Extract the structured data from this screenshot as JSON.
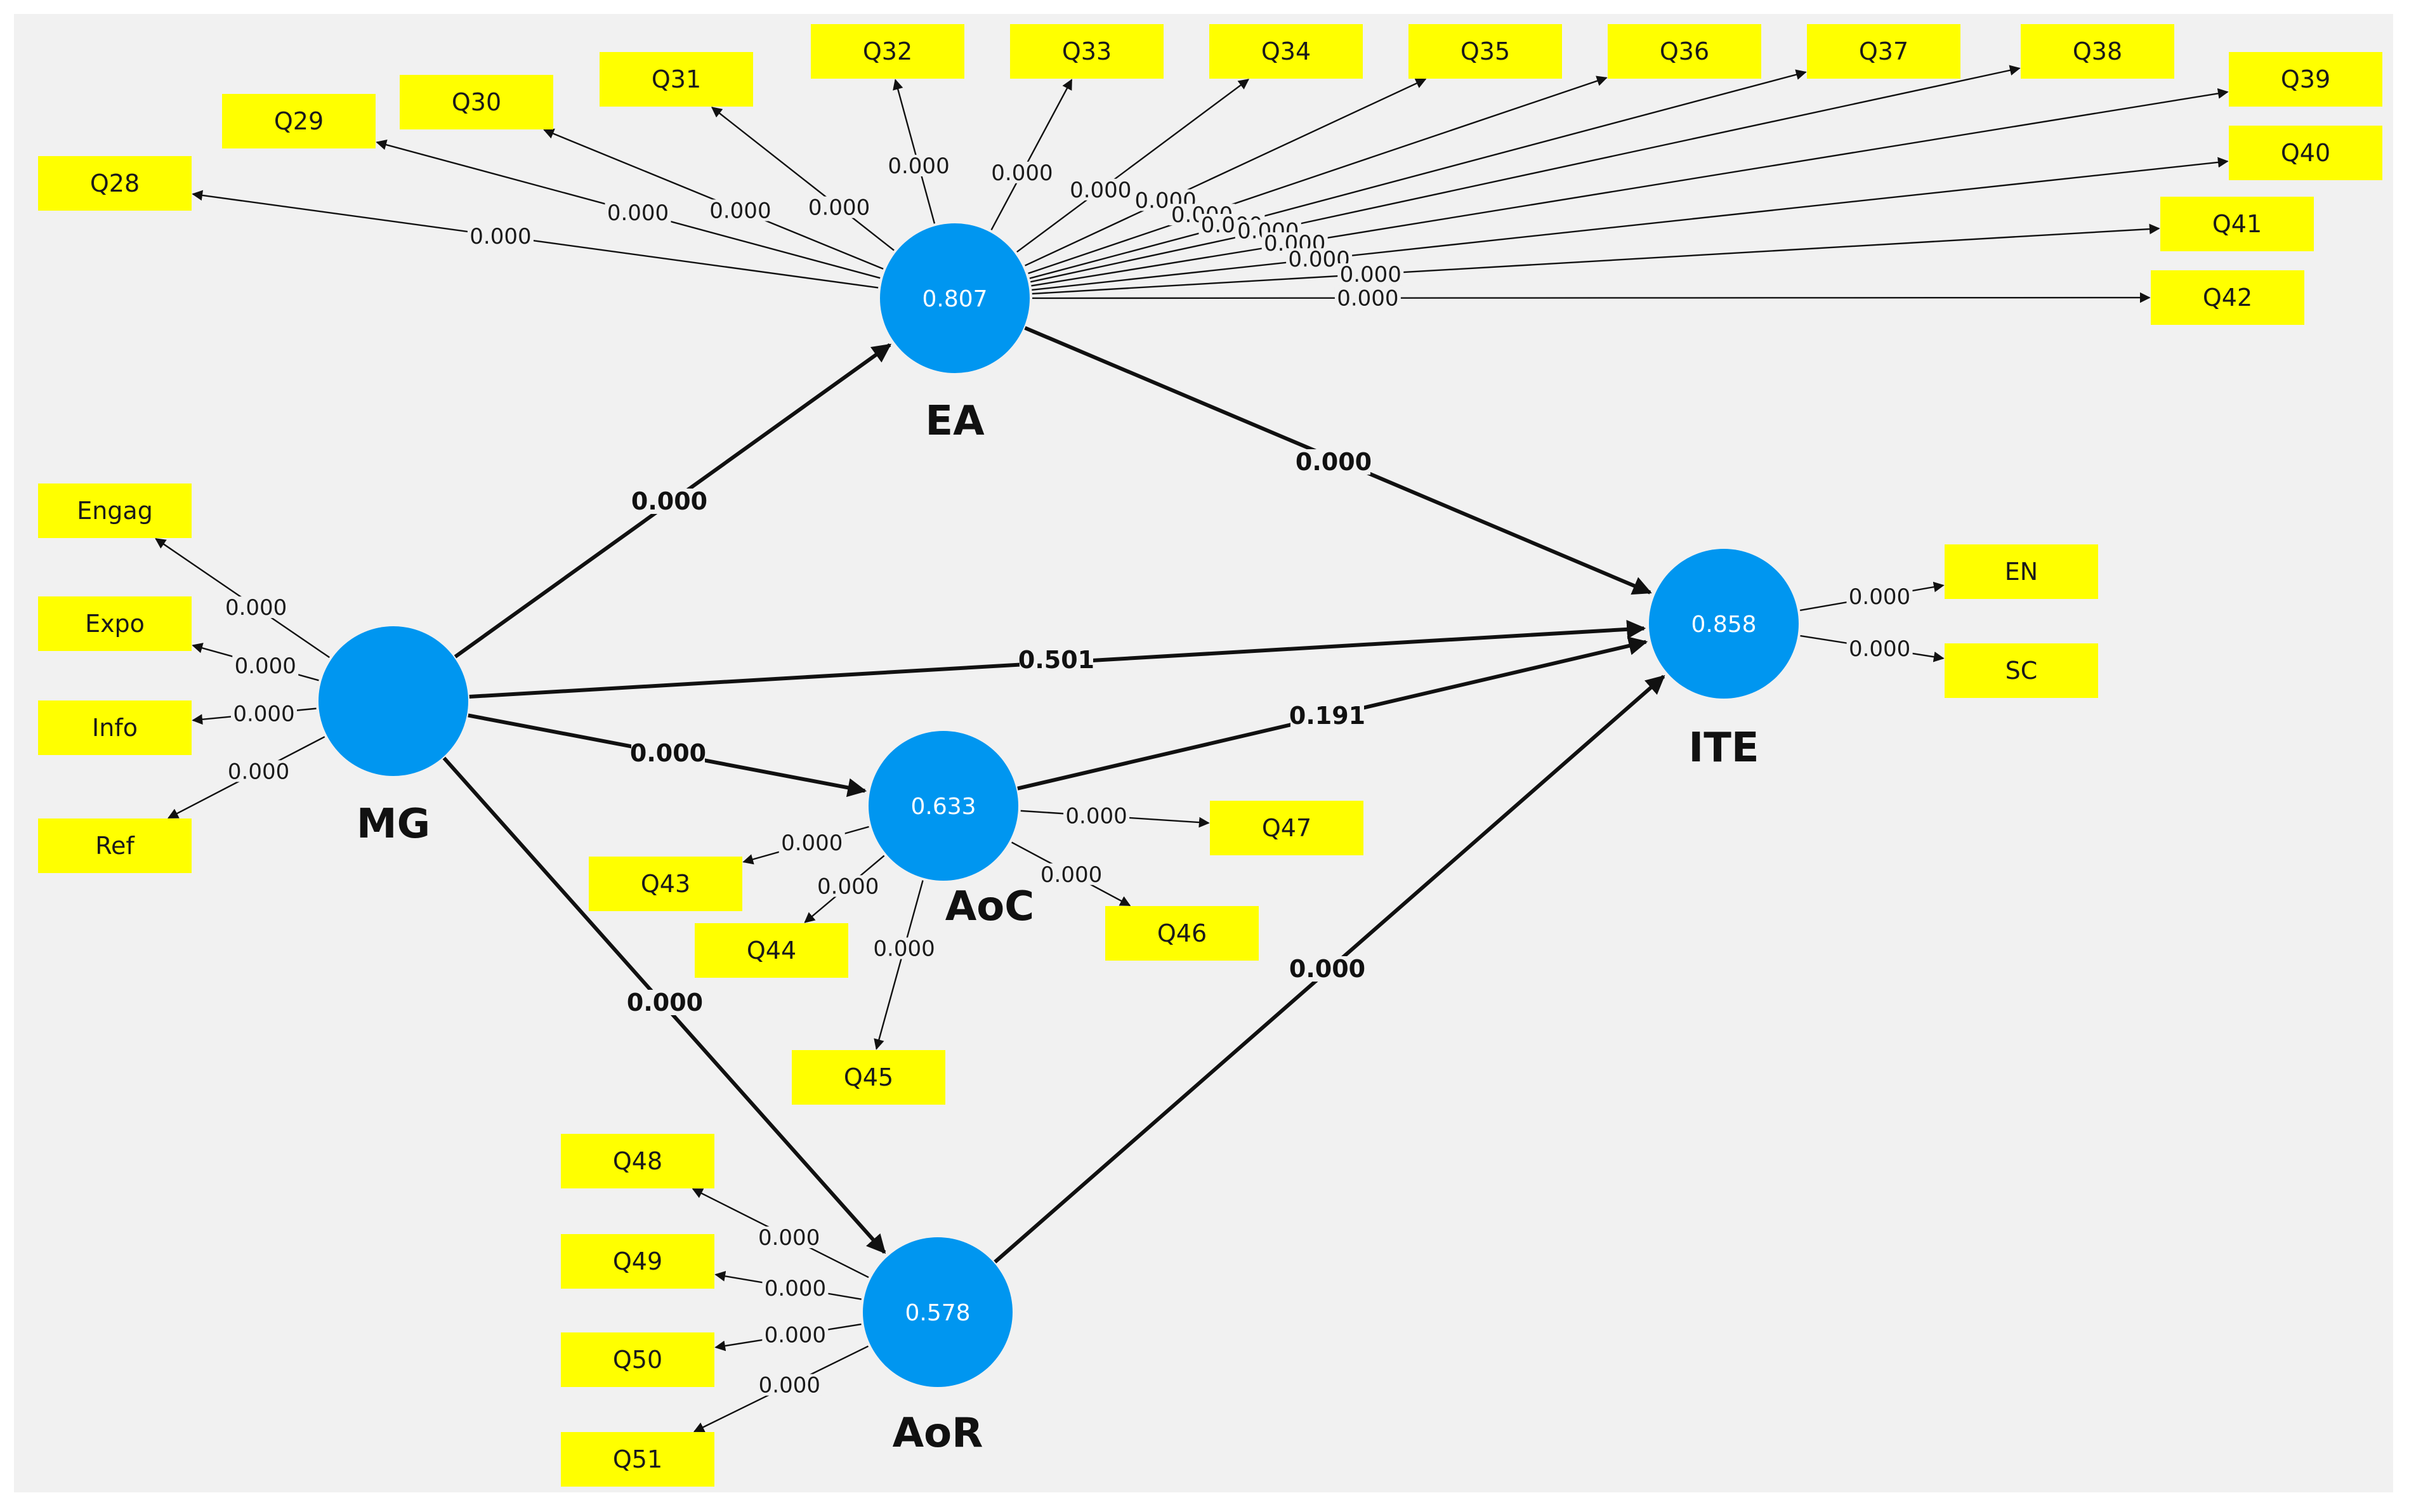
{
  "colors": {
    "background": "#f1f1f1",
    "indicator_fill": "#ffff00",
    "latent_fill": "#0096f0",
    "arrow": "#111111"
  },
  "latent_variables": [
    {
      "id": "EA",
      "name": "EA",
      "r2": "0.807"
    },
    {
      "id": "MG",
      "name": "MG",
      "r2": ""
    },
    {
      "id": "AoC",
      "name": "AoC",
      "r2": "0.633"
    },
    {
      "id": "ITE",
      "name": "ITE",
      "r2": "0.858"
    },
    {
      "id": "AoR",
      "name": "AoR",
      "r2": "0.578"
    }
  ],
  "indicators": [
    {
      "id": "Q28",
      "label": "Q28",
      "latent": "EA",
      "value": "0.000"
    },
    {
      "id": "Q29",
      "label": "Q29",
      "latent": "EA",
      "value": "0.000"
    },
    {
      "id": "Q30",
      "label": "Q30",
      "latent": "EA",
      "value": "0.000"
    },
    {
      "id": "Q31",
      "label": "Q31",
      "latent": "EA",
      "value": "0.000"
    },
    {
      "id": "Q32",
      "label": "Q32",
      "latent": "EA",
      "value": "0.000"
    },
    {
      "id": "Q33",
      "label": "Q33",
      "latent": "EA",
      "value": "0.000"
    },
    {
      "id": "Q34",
      "label": "Q34",
      "latent": "EA",
      "value": "0.000"
    },
    {
      "id": "Q35",
      "label": "Q35",
      "latent": "EA",
      "value": "0.000"
    },
    {
      "id": "Q36",
      "label": "Q36",
      "latent": "EA",
      "value": "0.000"
    },
    {
      "id": "Q37",
      "label": "Q37",
      "latent": "EA",
      "value": "0.000"
    },
    {
      "id": "Q38",
      "label": "Q38",
      "latent": "EA",
      "value": "0.000"
    },
    {
      "id": "Q39",
      "label": "Q39",
      "latent": "EA",
      "value": "0.000"
    },
    {
      "id": "Q40",
      "label": "Q40",
      "latent": "EA",
      "value": "0.000"
    },
    {
      "id": "Q41",
      "label": "Q41",
      "latent": "EA",
      "value": "0.000"
    },
    {
      "id": "Q42",
      "label": "Q42",
      "latent": "EA",
      "value": "0.000"
    },
    {
      "id": "Engag",
      "label": "Engag",
      "latent": "MG",
      "value": "0.000"
    },
    {
      "id": "Expo",
      "label": "Expo",
      "latent": "MG",
      "value": "0.000"
    },
    {
      "id": "Info",
      "label": "Info",
      "latent": "MG",
      "value": "0.000"
    },
    {
      "id": "Ref",
      "label": "Ref",
      "latent": "MG",
      "value": "0.000"
    },
    {
      "id": "Q43",
      "label": "Q43",
      "latent": "AoC",
      "value": "0.000"
    },
    {
      "id": "Q44",
      "label": "Q44",
      "latent": "AoC",
      "value": "0.000"
    },
    {
      "id": "Q45",
      "label": "Q45",
      "latent": "AoC",
      "value": "0.000"
    },
    {
      "id": "Q46",
      "label": "Q46",
      "latent": "AoC",
      "value": "0.000"
    },
    {
      "id": "Q47",
      "label": "Q47",
      "latent": "AoC",
      "value": "0.000"
    },
    {
      "id": "EN",
      "label": "EN",
      "latent": "ITE",
      "value": "0.000"
    },
    {
      "id": "SC",
      "label": "SC",
      "latent": "ITE",
      "value": "0.000"
    },
    {
      "id": "Q48",
      "label": "Q48",
      "latent": "AoR",
      "value": "0.000"
    },
    {
      "id": "Q49",
      "label": "Q49",
      "latent": "AoR",
      "value": "0.000"
    },
    {
      "id": "Q50",
      "label": "Q50",
      "latent": "AoR",
      "value": "0.000"
    },
    {
      "id": "Q51",
      "label": "Q51",
      "latent": "AoR",
      "value": "0.000"
    }
  ],
  "paths": [
    {
      "from": "MG",
      "to": "EA",
      "value": "0.000"
    },
    {
      "from": "EA",
      "to": "ITE",
      "value": "0.000"
    },
    {
      "from": "MG",
      "to": "ITE",
      "value": "0.501"
    },
    {
      "from": "MG",
      "to": "AoC",
      "value": "0.000"
    },
    {
      "from": "AoC",
      "to": "ITE",
      "value": "0.191"
    },
    {
      "from": "MG",
      "to": "AoR",
      "value": "0.000"
    },
    {
      "from": "AoR",
      "to": "ITE",
      "value": "0.000"
    }
  ]
}
